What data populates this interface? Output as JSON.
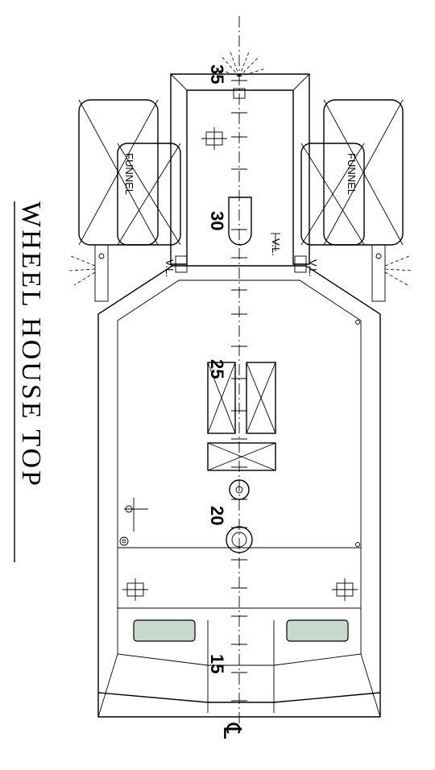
{
  "title": "WHEEL HOUSE TOP",
  "centerline_symbol": "℄",
  "frame_numbers": [
    "35",
    "30",
    "25",
    "20",
    "15"
  ],
  "labels": {
    "funnel": "FUNNEL",
    "vl": "V.L."
  },
  "colors": {
    "line": "#000000",
    "window_glass": "#c9d8cc"
  }
}
